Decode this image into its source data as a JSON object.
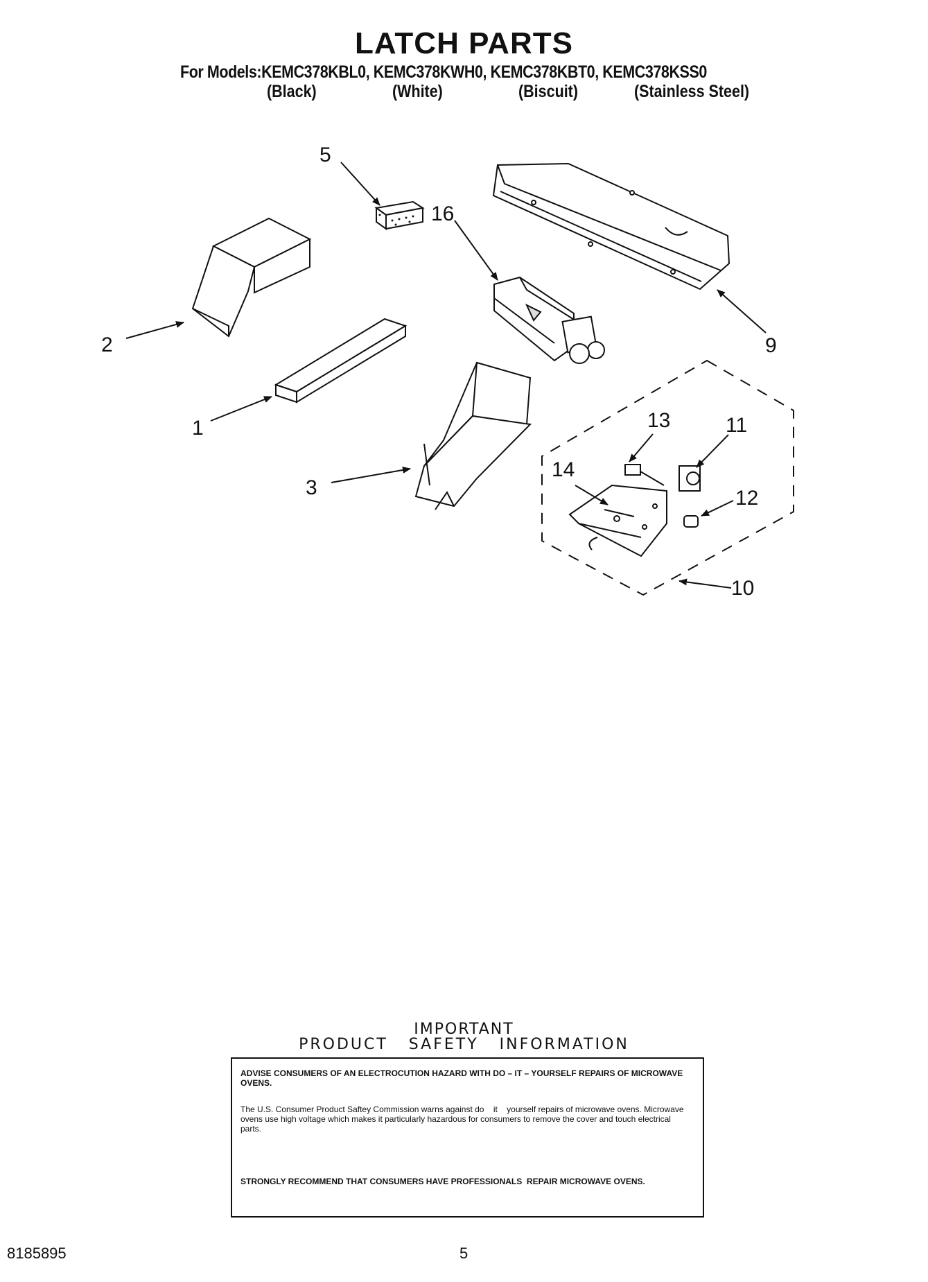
{
  "header": {
    "title": "LATCH PARTS",
    "models_line": "For Models:KEMC378KBL0, KEMC378KWH0, KEMC378KBT0, KEMC378KSS0",
    "colors": [
      "(Black)",
      "(White)",
      "(Biscuit)",
      "(Stainless Steel)"
    ]
  },
  "diagram": {
    "callouts": [
      "5",
      "16",
      "9",
      "2",
      "1",
      "3",
      "13",
      "11",
      "14",
      "12",
      "10"
    ]
  },
  "safety": {
    "heading_line1": "IMPORTANT",
    "heading_line2": "PRODUCT   SAFETY   INFORMATION",
    "paragraph1": "ADVISE CONSUMERS OF AN ELECTROCUTION HAZARD WITH DO – IT – YOURSELF REPAIRS OF MICROWAVE OVENS.",
    "paragraph2": "The U.S. Consumer Product Saftey Commission warns against do    it    yourself repairs of microwave ovens. Microwave ovens use high voltage which makes it particularly hazardous for consumers to remove the cover and touch electrical parts.",
    "paragraph3": "STRONGLY RECOMMEND THAT CONSUMERS HAVE PROFESSIONALS  REPAIR MICROWAVE OVENS."
  },
  "footer": {
    "doc_number": "8185895",
    "page_number": "5"
  }
}
